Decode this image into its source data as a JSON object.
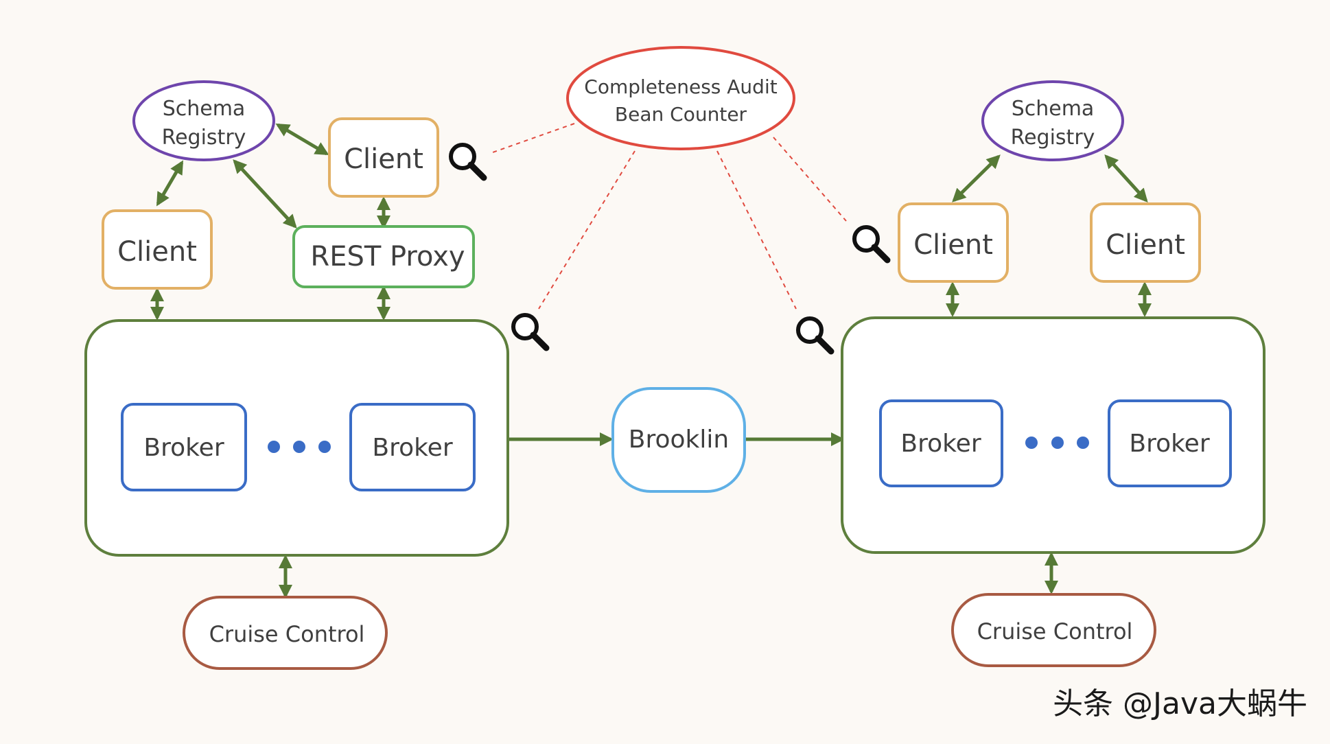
{
  "audit": {
    "line1": "Completeness Audit",
    "line2": "Bean Counter"
  },
  "left": {
    "schema_registry": {
      "line1": "Schema",
      "line2": "Registry"
    },
    "client_top": "Client",
    "client_left": "Client",
    "rest_proxy": "REST Proxy",
    "broker_a": "Broker",
    "broker_b": "Broker",
    "cruise_control": "Cruise Control"
  },
  "right": {
    "schema_registry": {
      "line1": "Schema",
      "line2": "Registry"
    },
    "client_a": "Client",
    "client_b": "Client",
    "broker_a": "Broker",
    "broker_b": "Broker",
    "cruise_control": "Cruise Control"
  },
  "brooklin": "Brooklin",
  "watermark": "头条 @Java大蜗牛",
  "colors": {
    "background": "#fcf9f5",
    "client": "#e2b065",
    "schema_registry": "#6e45ac",
    "rest_proxy": "#5cb05c",
    "cluster": "#5e7f3d",
    "broker": "#3a6cc6",
    "brooklin": "#5fb0e6",
    "cruise_control": "#a85a42",
    "audit": "#e04a3f",
    "arrow": "#567a36",
    "dashed": "#e04a3f"
  },
  "icons": [
    "magnifier-icon",
    "magnifier-icon",
    "magnifier-icon",
    "magnifier-icon"
  ]
}
